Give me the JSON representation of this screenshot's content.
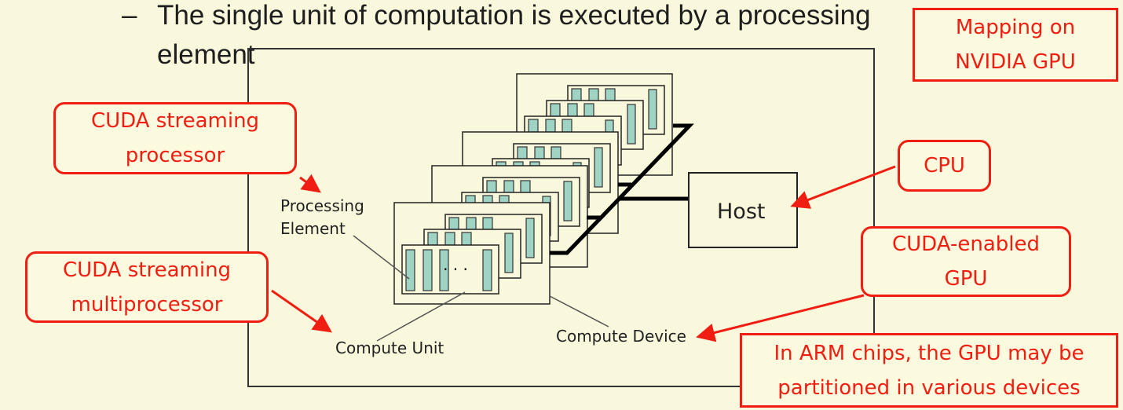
{
  "slide": {
    "bullet_dash": "–",
    "bullet_line1": "The single unit of computation is executed by a processing",
    "bullet_line2": "element"
  },
  "diagram": {
    "host_label": "Host",
    "processing_element_label": [
      "Processing",
      "Element"
    ],
    "compute_unit_label": "Compute Unit",
    "compute_device_label": "Compute Device",
    "ellipsis": "· · ·",
    "device_count": 4,
    "compute_units_per_device": 3
  },
  "callouts": {
    "mapping": [
      "Mapping on",
      "NVIDIA GPU"
    ],
    "streaming_processor": [
      "CUDA streaming",
      "processor"
    ],
    "cpu": [
      "CPU"
    ],
    "cuda_gpu": [
      "CUDA-enabled",
      "GPU"
    ],
    "streaming_multiprocessor": [
      "CUDA streaming",
      "multiprocessor"
    ],
    "arm": [
      "In ARM chips, the GPU may be",
      "partitioned in various devices"
    ]
  },
  "colors": {
    "background": "#f9f8dc",
    "callout_red": "#f01e12",
    "element_fill": "#9fd4c4"
  }
}
